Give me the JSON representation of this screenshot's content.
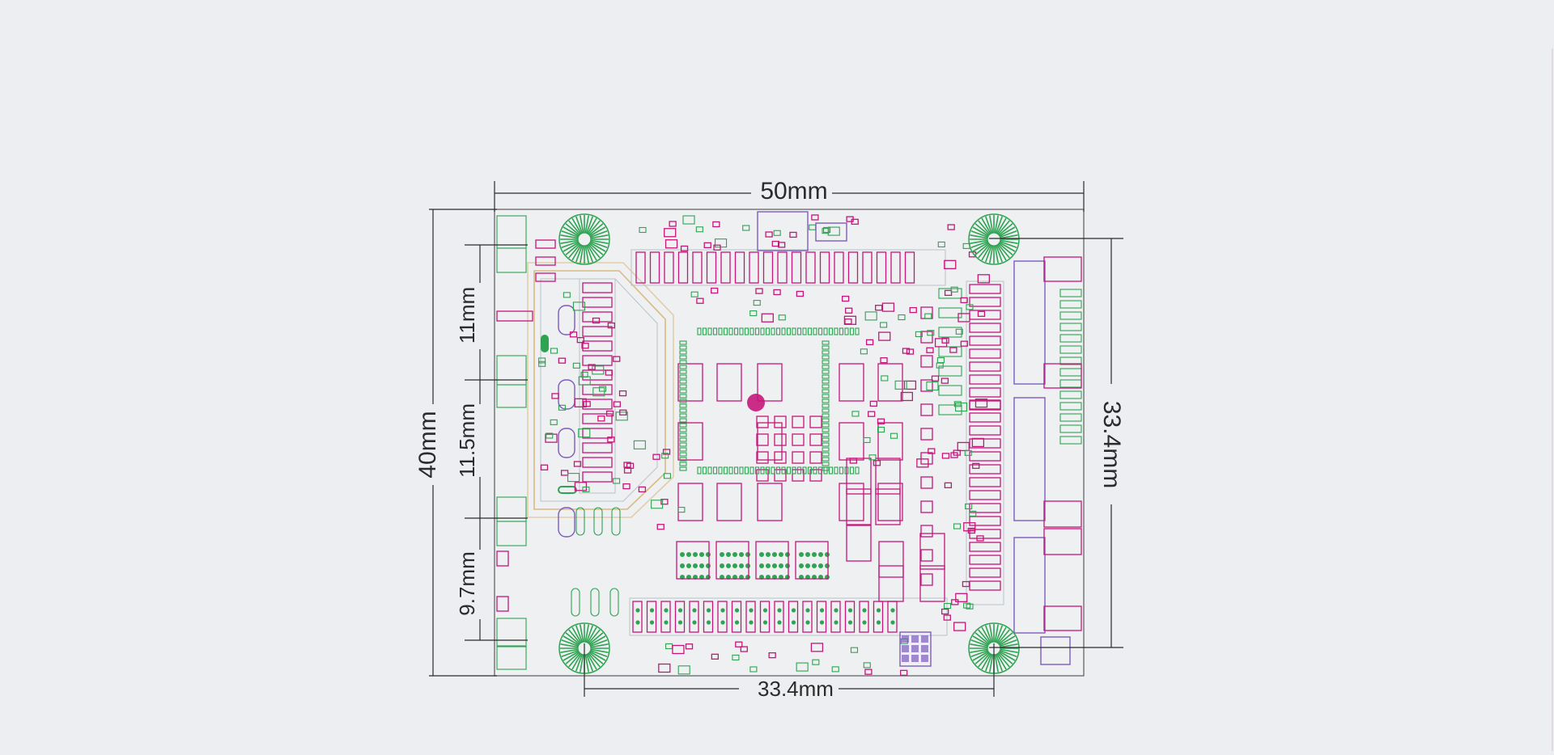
{
  "diagram": {
    "dimensions": {
      "board_width": "50mm",
      "board_height": "40mm",
      "hole_spacing_horizontal": "33.4mm",
      "hole_spacing_vertical": "33.4mm",
      "left_pitch_1": "11mm",
      "left_pitch_2": "11.5mm",
      "left_pitch_3": "9.7mm"
    },
    "colors": {
      "background": "#eceef1",
      "board": "#eef0f2",
      "pad_magenta": "#c4177a",
      "pad_green": "#2fa352",
      "pad_purple": "#7d5bbf",
      "trace_orange": "#d2a253",
      "dimension_line": "#2b2b2b"
    }
  }
}
